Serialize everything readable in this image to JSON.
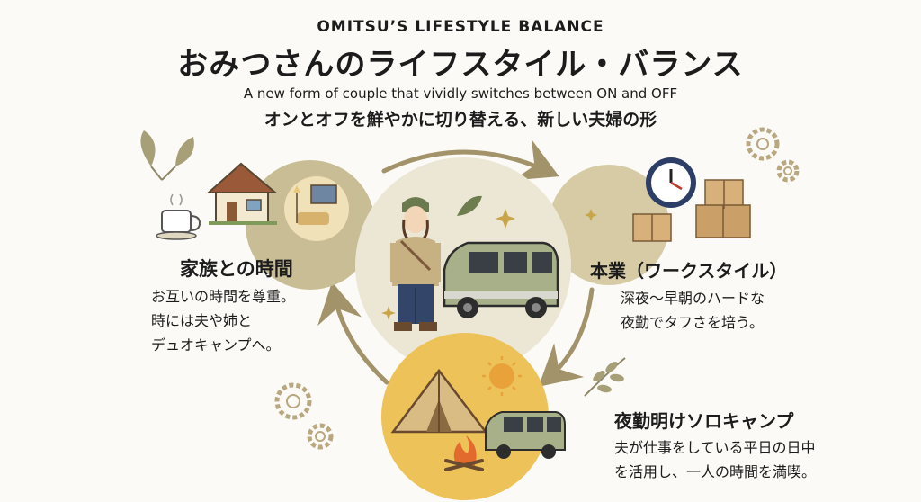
{
  "header": {
    "kicker": "OMITSU’S LIFESTYLE BALANCE",
    "title": "おみつさんのライフスタイル・バランス",
    "subtitle_en": "A new form of couple that vividly switches between ON and OFF",
    "subtitle_jp": "オンとオフを鮮やかに切り替える、新しい夫婦の形"
  },
  "sections": {
    "family": {
      "title": "家族との時間",
      "lines": [
        "お互いの時間を尊重。",
        "時には夫や姉と",
        "デュオキャンプへ。"
      ]
    },
    "work": {
      "title": "本業（ワークスタイル）",
      "lines": [
        "深夜〜早朝のハードな",
        "夜勤でタフさを培う。"
      ]
    },
    "camp": {
      "title": "夜勤明けソロキャンプ",
      "lines": [
        "夫が仕事をしている平日の日中",
        "を活用し、一人の時間を満喫。"
      ]
    }
  },
  "colors": {
    "circle_left": "#c9bd95",
    "circle_center": "#ece6d4",
    "circle_right": "#d6cba5",
    "circle_bottom": "#ecc259",
    "arrow": "#a3936b",
    "van": "#a7b089"
  },
  "icons": [
    "leaf-icon",
    "gear-icon",
    "sparkle-icon",
    "house-icon",
    "coffee-cup-icon",
    "moon-icon",
    "clock-icon",
    "box-icon",
    "tent-icon",
    "sun-icon",
    "campfire-icon",
    "van-icon",
    "person-icon"
  ]
}
